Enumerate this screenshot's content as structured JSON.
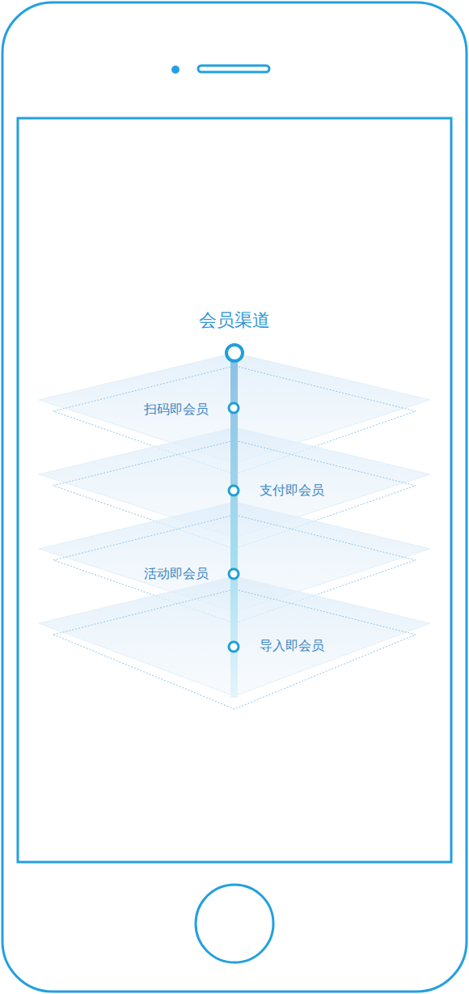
{
  "diagram": {
    "title": "会员渠道",
    "labels": [
      "扫码即会员",
      "支付即会员",
      "活动即会员",
      "导入即会员"
    ]
  }
}
